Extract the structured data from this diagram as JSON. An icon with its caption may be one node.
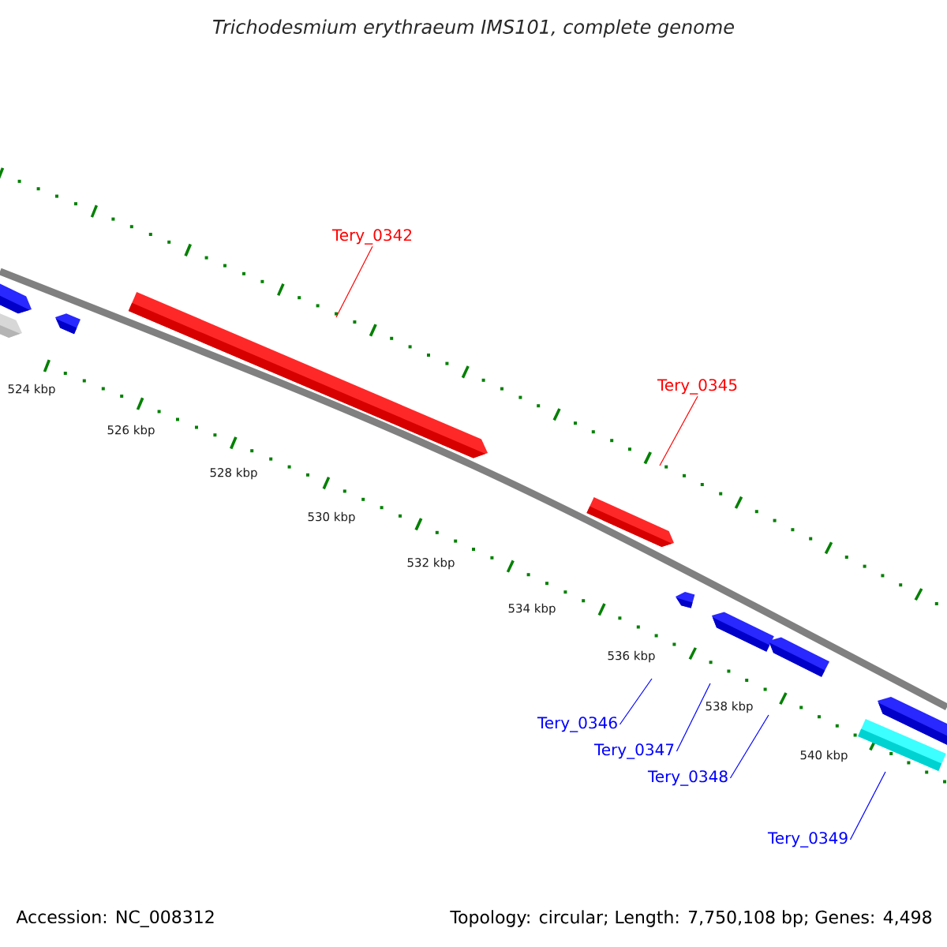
{
  "diagram": {
    "title": "Trichodesmium erythraeum IMS101, complete genome",
    "nodes": [
      {
        "text": [
          "Tery_0342"
        ]
      },
      {
        "text": [
          "Tery_0345"
        ]
      },
      {
        "text": [
          "Tery_0346"
        ]
      },
      {
        "text": [
          "Tery_0347"
        ]
      },
      {
        "text": [
          "Tery_0348"
        ]
      },
      {
        "text": [
          "Tery_0349"
        ]
      }
    ],
    "edges": [
      {
        "from": 0,
        "to": null,
        "arrow": "none",
        "color": "#ff0000"
      },
      {
        "from": 1,
        "to": null,
        "arrow": "none",
        "color": "#ff0000"
      },
      {
        "from": 2,
        "to": null,
        "arrow": "none"
      },
      {
        "from": 3,
        "to": null,
        "arrow": "none"
      },
      {
        "from": 4,
        "to": null,
        "arrow": "none"
      },
      {
        "from": 5,
        "to": null,
        "arrow": "none"
      }
    ],
    "labels": [
      "524 kbp",
      "526 kbp",
      "528 kbp",
      "530 kbp",
      "532 kbp",
      "534 kbp",
      "536 kbp",
      "538 kbp",
      "540 kbp",
      "Accession: NC_008312",
      "Topology: circular; Length: 7,750,108 bp; Genes: 4,498"
    ]
  }
}
